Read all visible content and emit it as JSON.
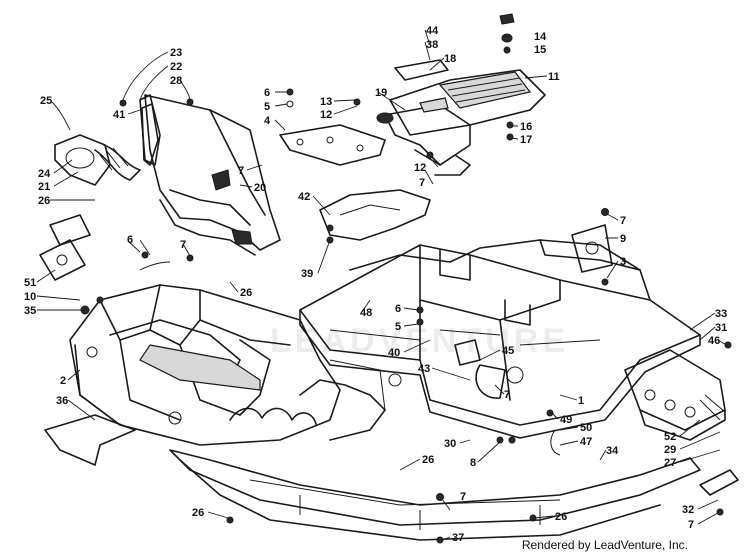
{
  "callouts": [
    {
      "id": "c44",
      "label": "44"
    },
    {
      "id": "c38",
      "label": "38"
    },
    {
      "id": "c18",
      "label": "18"
    },
    {
      "id": "c14",
      "label": "14"
    },
    {
      "id": "c15",
      "label": "15"
    },
    {
      "id": "c11",
      "label": "11"
    },
    {
      "id": "c23",
      "label": "23"
    },
    {
      "id": "c22",
      "label": "22"
    },
    {
      "id": "c28",
      "label": "28"
    },
    {
      "id": "c41",
      "label": "41"
    },
    {
      "id": "c25",
      "label": "25"
    },
    {
      "id": "c6a",
      "label": "6"
    },
    {
      "id": "c5a",
      "label": "5"
    },
    {
      "id": "c4",
      "label": "4"
    },
    {
      "id": "c13",
      "label": "13"
    },
    {
      "id": "c12a",
      "label": "12"
    },
    {
      "id": "c19",
      "label": "19"
    },
    {
      "id": "c16",
      "label": "16"
    },
    {
      "id": "c17",
      "label": "17"
    },
    {
      "id": "c12b",
      "label": "12"
    },
    {
      "id": "c7a",
      "label": "7"
    },
    {
      "id": "c7b",
      "label": "7"
    },
    {
      "id": "c24",
      "label": "24"
    },
    {
      "id": "c21",
      "label": "21"
    },
    {
      "id": "c26a",
      "label": "26"
    },
    {
      "id": "c20",
      "label": "20"
    },
    {
      "id": "c42",
      "label": "42"
    },
    {
      "id": "c7c",
      "label": "7"
    },
    {
      "id": "c9",
      "label": "9"
    },
    {
      "id": "c3",
      "label": "3"
    },
    {
      "id": "c6b",
      "label": "6"
    },
    {
      "id": "c7d",
      "label": "7"
    },
    {
      "id": "c39",
      "label": "39"
    },
    {
      "id": "c51",
      "label": "51"
    },
    {
      "id": "c10",
      "label": "10"
    },
    {
      "id": "c35",
      "label": "35"
    },
    {
      "id": "c26b",
      "label": "26"
    },
    {
      "id": "c6c",
      "label": "6"
    },
    {
      "id": "c48",
      "label": "48"
    },
    {
      "id": "c5b",
      "label": "5"
    },
    {
      "id": "c40",
      "label": "40"
    },
    {
      "id": "c45",
      "label": "45"
    },
    {
      "id": "c43",
      "label": "43"
    },
    {
      "id": "c7e",
      "label": "7"
    },
    {
      "id": "c1",
      "label": "1"
    },
    {
      "id": "c33",
      "label": "33"
    },
    {
      "id": "c31",
      "label": "31"
    },
    {
      "id": "c46",
      "label": "46"
    },
    {
      "id": "c2",
      "label": "2"
    },
    {
      "id": "c36",
      "label": "36"
    },
    {
      "id": "c49",
      "label": "49"
    },
    {
      "id": "c50",
      "label": "50"
    },
    {
      "id": "c47",
      "label": "47"
    },
    {
      "id": "c30",
      "label": "30"
    },
    {
      "id": "c8",
      "label": "8"
    },
    {
      "id": "c26c",
      "label": "26"
    },
    {
      "id": "c34",
      "label": "34"
    },
    {
      "id": "c52",
      "label": "52"
    },
    {
      "id": "c29",
      "label": "29"
    },
    {
      "id": "c27",
      "label": "27"
    },
    {
      "id": "c7f",
      "label": "7"
    },
    {
      "id": "c26d",
      "label": "26"
    },
    {
      "id": "c37",
      "label": "37"
    },
    {
      "id": "c26e",
      "label": "26"
    },
    {
      "id": "c32",
      "label": "32"
    },
    {
      "id": "c7g",
      "label": "7"
    }
  ],
  "watermark": "LEADVENTURE",
  "credit": "Rendered by LeadVenture, Inc."
}
